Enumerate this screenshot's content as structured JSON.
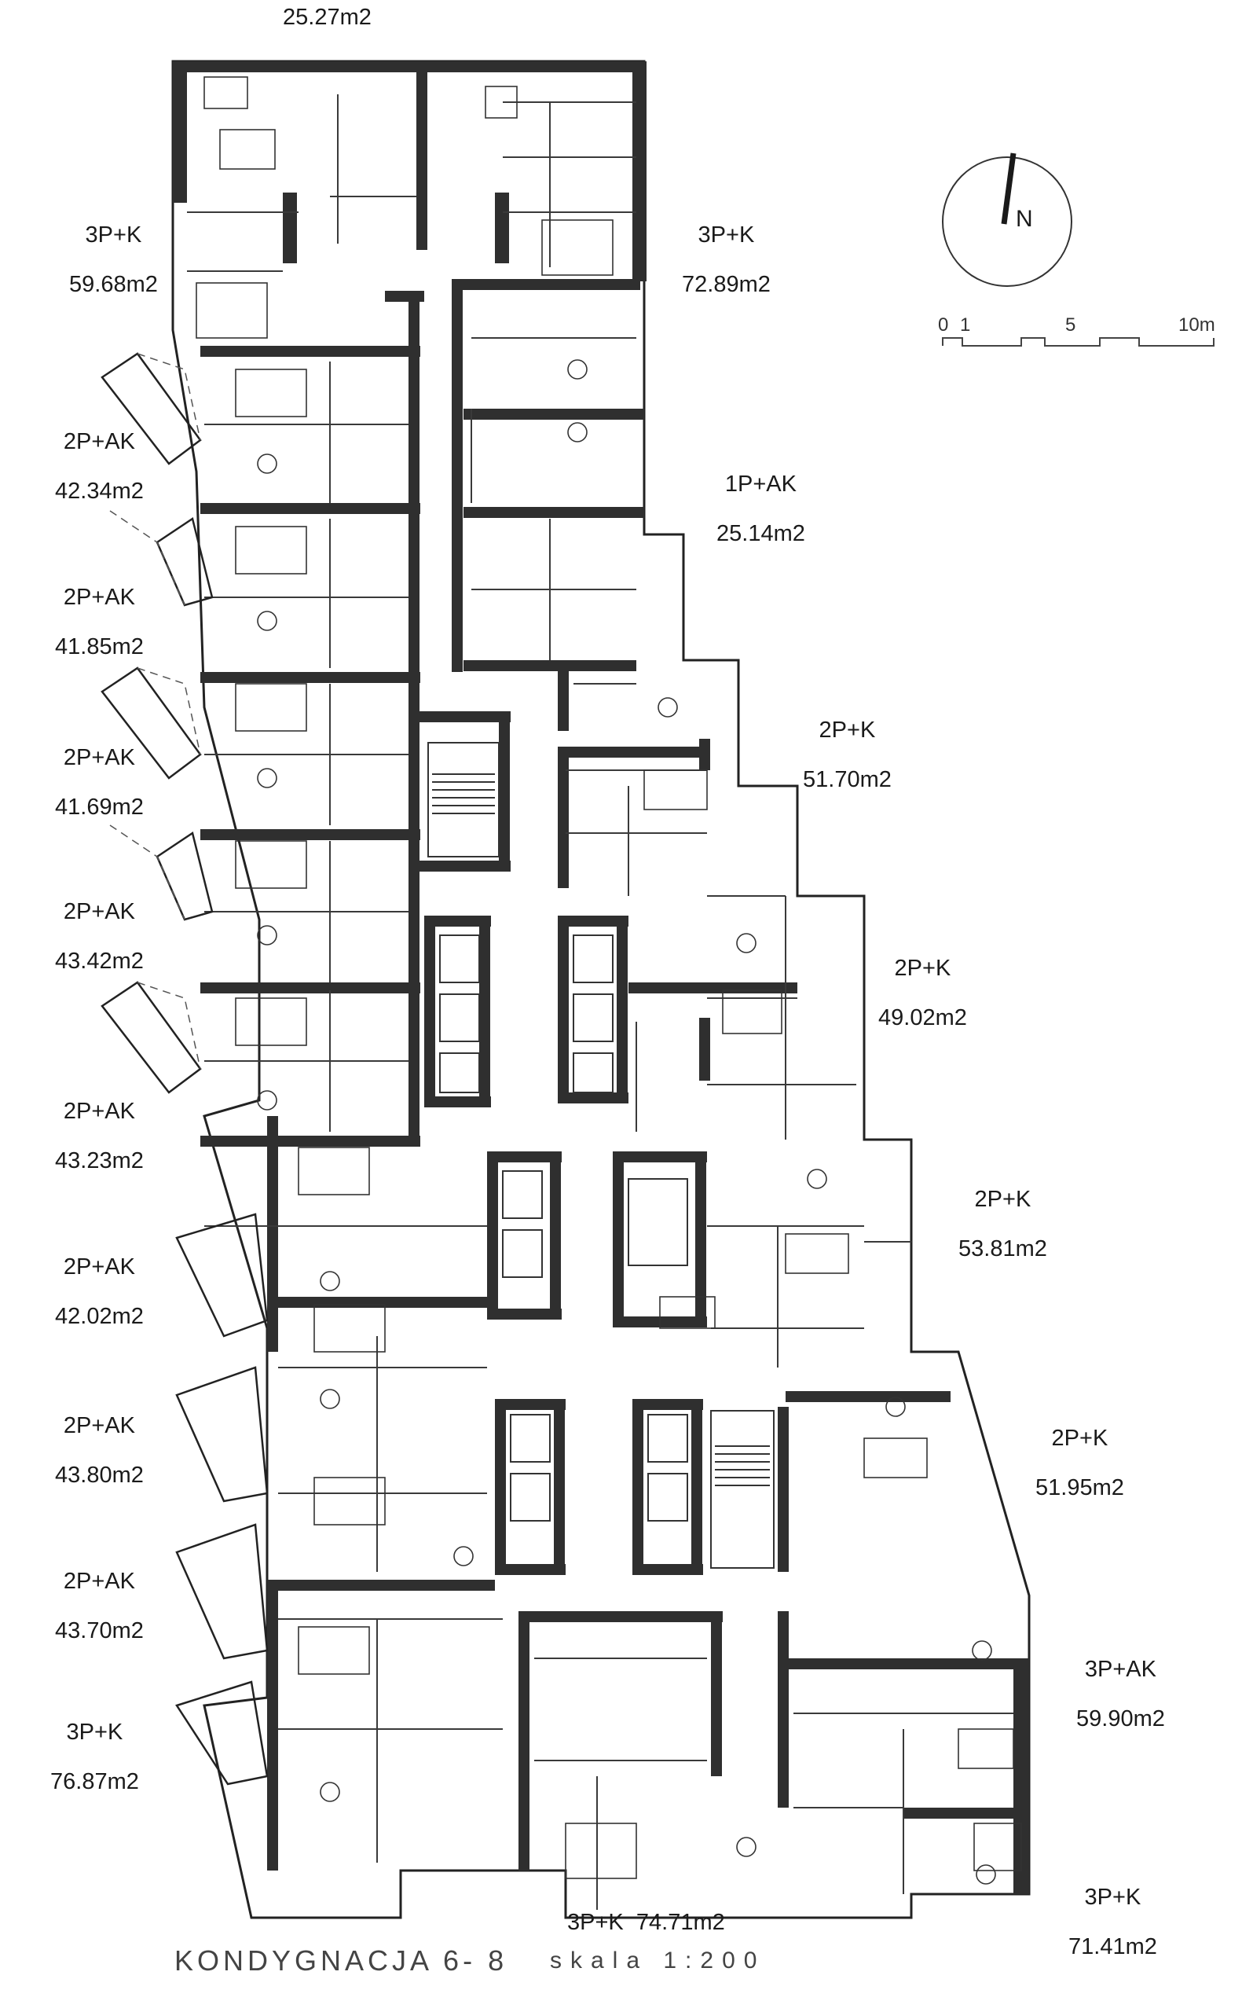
{
  "top_area": "25.27m2",
  "units": [
    {
      "type": "3P+K",
      "area": "59.68m2"
    },
    {
      "type": "3P+K",
      "area": "72.89m2"
    },
    {
      "type": "2P+AK",
      "area": "42.34m2"
    },
    {
      "type": "1P+AK",
      "area": "25.14m2"
    },
    {
      "type": "2P+AK",
      "area": "41.85m2"
    },
    {
      "type": "2P+K",
      "area": "51.70m2"
    },
    {
      "type": "2P+AK",
      "area": "41.69m2"
    },
    {
      "type": "2P+AK",
      "area": "43.42m2"
    },
    {
      "type": "2P+K",
      "area": "49.02m2"
    },
    {
      "type": "2P+AK",
      "area": "43.23m2"
    },
    {
      "type": "2P+K",
      "area": "53.81m2"
    },
    {
      "type": "2P+AK",
      "area": "42.02m2"
    },
    {
      "type": "2P+AK",
      "area": "43.80m2"
    },
    {
      "type": "2P+K",
      "area": "51.95m2"
    },
    {
      "type": "2P+AK",
      "area": "43.70m2"
    },
    {
      "type": "3P+AK",
      "area": "59.90m2"
    },
    {
      "type": "3P+K",
      "area": "76.87m2"
    },
    {
      "type": "3P+K",
      "area": "71.41m2"
    },
    {
      "type": "3P+K",
      "area": "74.71m2"
    }
  ],
  "north_label": "N",
  "scale_bar": {
    "labels": [
      "0",
      "1",
      "5",
      "10m"
    ]
  },
  "footer": {
    "title": "KONDYGNACJA 6- 8",
    "scale": "skala 1:200"
  }
}
